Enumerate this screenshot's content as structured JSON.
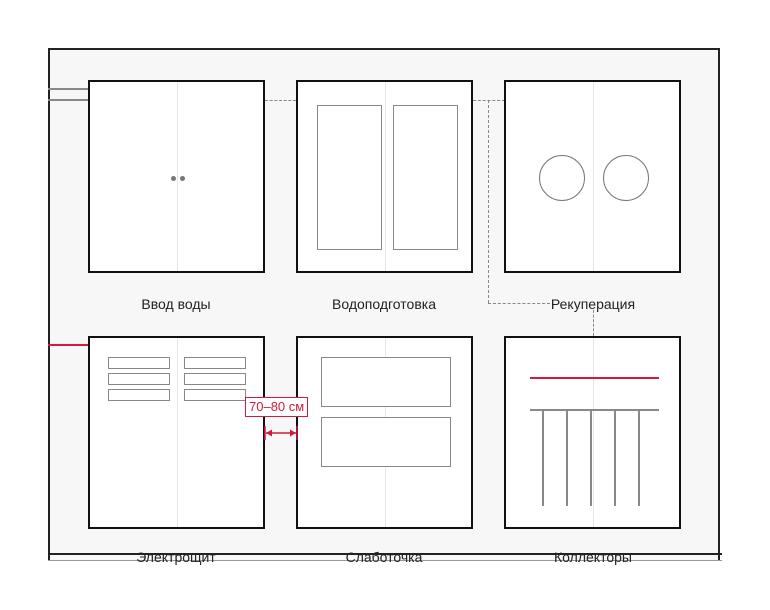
{
  "cabinets": [
    {
      "label": "Ввод воды"
    },
    {
      "label": "Водоподготовка"
    },
    {
      "label": "Рекуперация"
    },
    {
      "label": "Электрощит"
    },
    {
      "label": "Слаботочка"
    },
    {
      "label": "Коллекторы"
    }
  ],
  "dimension": {
    "label": "70–80 см"
  },
  "colors": {
    "accent": "#d11a3f",
    "outline": "#111111",
    "room_fill": "#f7f7f7",
    "dashed": "#888888"
  }
}
